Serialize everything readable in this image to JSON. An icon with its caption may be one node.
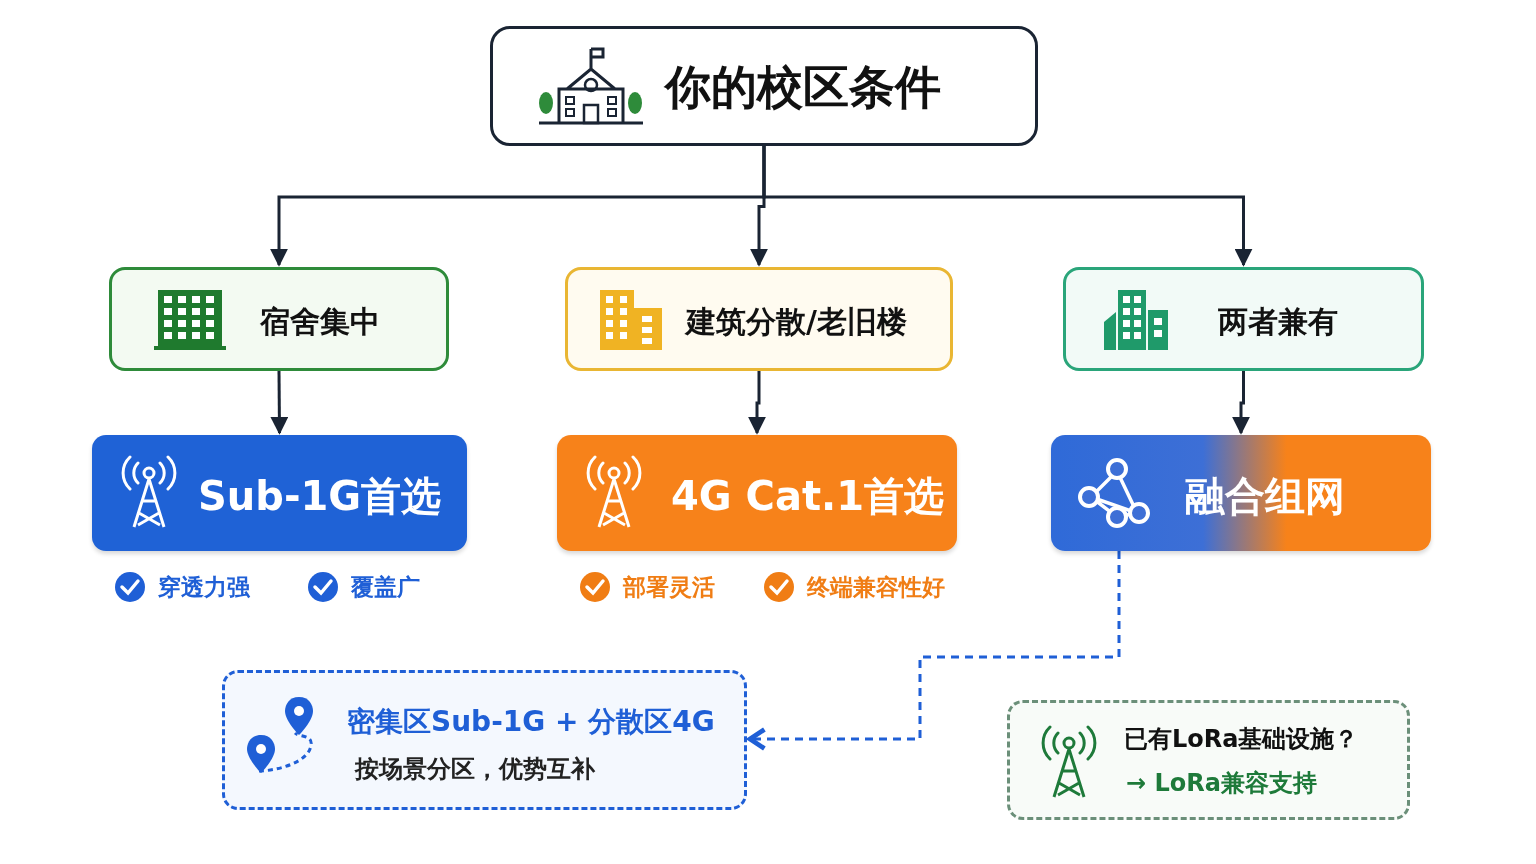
{
  "diagram": {
    "nodes": [
      {
        "text": [
          "你的校区条件"
        ]
      },
      {
        "text": [
          "宿舍集中"
        ]
      },
      {
        "text": [
          "建筑分散/老旧楼"
        ]
      },
      {
        "text": [
          "两者兼有"
        ]
      },
      {
        "text": [
          "Sub-1G首选"
        ],
        "beside": [
          "穿透力强",
          "覆盖广"
        ]
      },
      {
        "text": [
          "4G Cat.1首选"
        ],
        "beside": [
          "部署灵活",
          "终端兼容性好"
        ]
      },
      {
        "text": [
          "融合组网"
        ]
      },
      {
        "text": [
          "密集区Sub-1G + 分散区4G",
          "按场景分区，优势互补"
        ]
      },
      {
        "text": [
          "已有LoRa基础设施？",
          "→ LoRa兼容支持"
        ]
      }
    ],
    "edges": [
      {
        "from": 0,
        "to": 1,
        "arrow": "to"
      },
      {
        "from": 0,
        "to": 2,
        "arrow": "to"
      },
      {
        "from": 0,
        "to": 3,
        "arrow": "to"
      },
      {
        "from": 1,
        "to": 4,
        "arrow": "to"
      },
      {
        "from": 2,
        "to": 5,
        "arrow": "to"
      },
      {
        "from": 3,
        "to": 6,
        "arrow": "to"
      },
      {
        "from": 6,
        "to": 7,
        "arrow": "to",
        "style": "dashed",
        "color": "#1f5fd6"
      }
    ]
  }
}
